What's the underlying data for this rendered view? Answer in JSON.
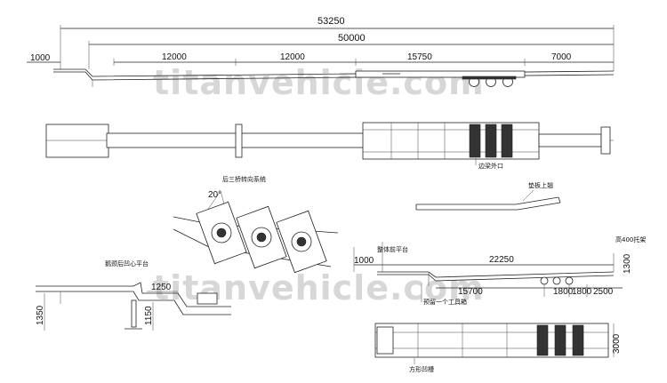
{
  "watermark": {
    "top": "titanvehicle.com",
    "bottom": "titanvehicle.com"
  },
  "side_view": {
    "overall_length": "53250",
    "bed_length": "50000",
    "front_overhang": "1000",
    "segments": [
      "12000",
      "12000",
      "15750",
      "7000"
    ]
  },
  "top_view": {
    "label_side_beam": "边梁外口"
  },
  "steering_detail": {
    "title": "后三桥转向系统",
    "angle": "20°"
  },
  "gooseneck_detail": {
    "title": "鹅颈后凹心平台",
    "dim_1250": "1250",
    "dim_1350": "1350",
    "dim_1150": "1150"
  },
  "ramp_detail": {
    "title": "垫板上翘"
  },
  "short_side_view": {
    "label_front_platform": "整体前平台",
    "label_support": "高400托架",
    "front_overhang": "1000",
    "length": "22250",
    "wheelbase": "15700",
    "axle_1": "1800",
    "axle_2": "1800",
    "rear": "2500",
    "height": "1300",
    "label_toolbox": "预留一个工具箱"
  },
  "short_top_view": {
    "width": "3000",
    "label_slot": "方形凹槽"
  }
}
